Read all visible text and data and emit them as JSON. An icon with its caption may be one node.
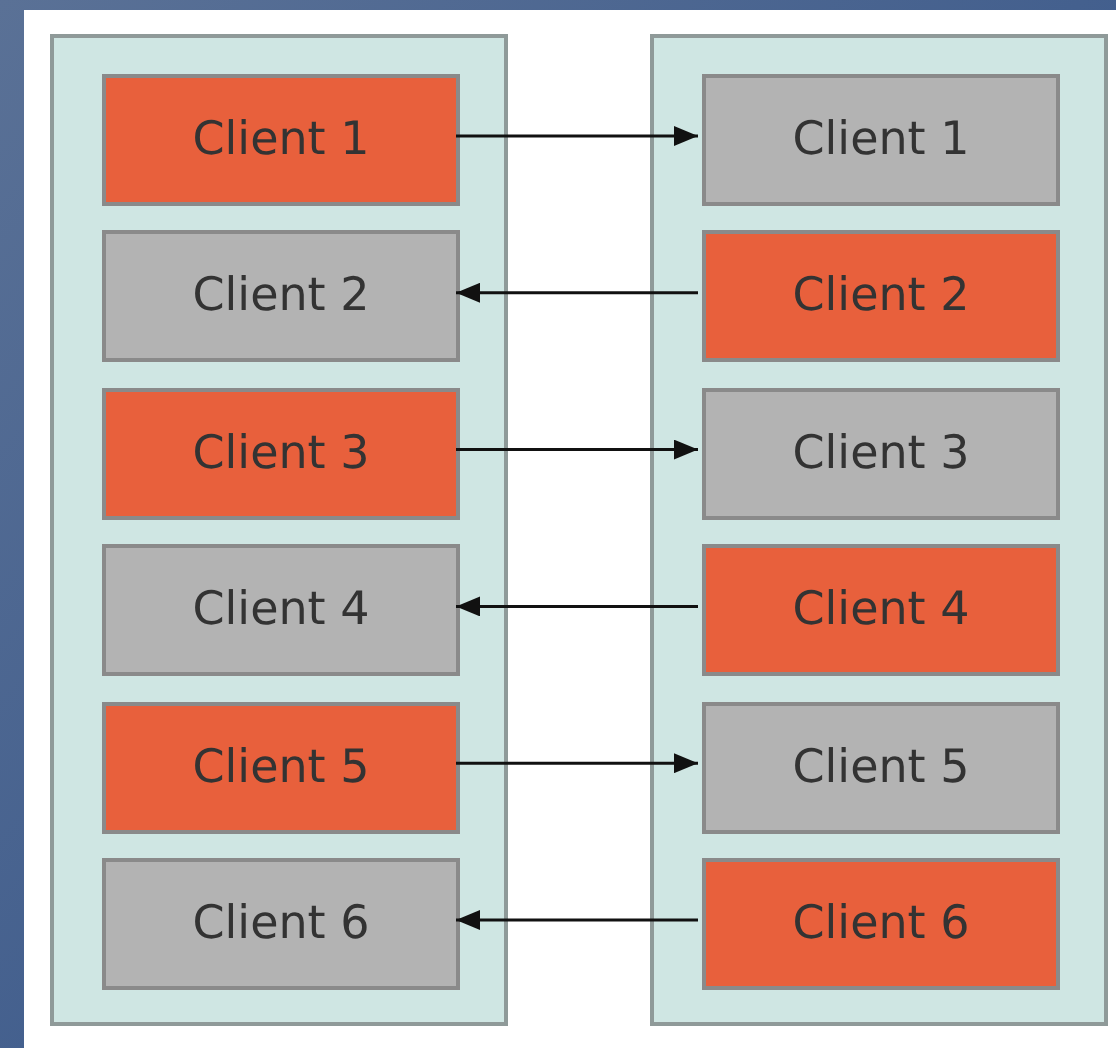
{
  "diagram": {
    "nodes": [
      {
        "text": [],
        "shape": "box"
      },
      {
        "text": [
          "Client 1"
        ],
        "in": 0
      },
      {
        "text": [
          "Client 2"
        ],
        "in": 0
      },
      {
        "text": [
          "Client 3"
        ],
        "in": 0
      },
      {
        "text": [
          "Client 4"
        ],
        "in": 0
      },
      {
        "text": [
          "Client 5"
        ],
        "in": 0
      },
      {
        "text": [
          "Client 6"
        ],
        "in": 0
      },
      {
        "text": [],
        "shape": "box"
      },
      {
        "text": [
          "Client 1"
        ],
        "in": 7
      },
      {
        "text": [
          "Client 2"
        ],
        "in": 7
      },
      {
        "text": [
          "Client 3"
        ],
        "in": 7
      },
      {
        "text": [
          "Client 4"
        ],
        "in": 7
      },
      {
        "text": [
          "Client 5"
        ],
        "in": 7
      },
      {
        "text": [
          "Client 6"
        ],
        "in": 7
      }
    ],
    "edges": [
      {
        "from": 1,
        "to": 8,
        "arrow": "to"
      },
      {
        "from": 9,
        "to": 2,
        "arrow": "to"
      },
      {
        "from": 3,
        "to": 10,
        "arrow": "to"
      },
      {
        "from": 11,
        "to": 4,
        "arrow": "to"
      },
      {
        "from": 5,
        "to": 12,
        "arrow": "to"
      },
      {
        "from": 13,
        "to": 6,
        "arrow": "to"
      }
    ]
  }
}
